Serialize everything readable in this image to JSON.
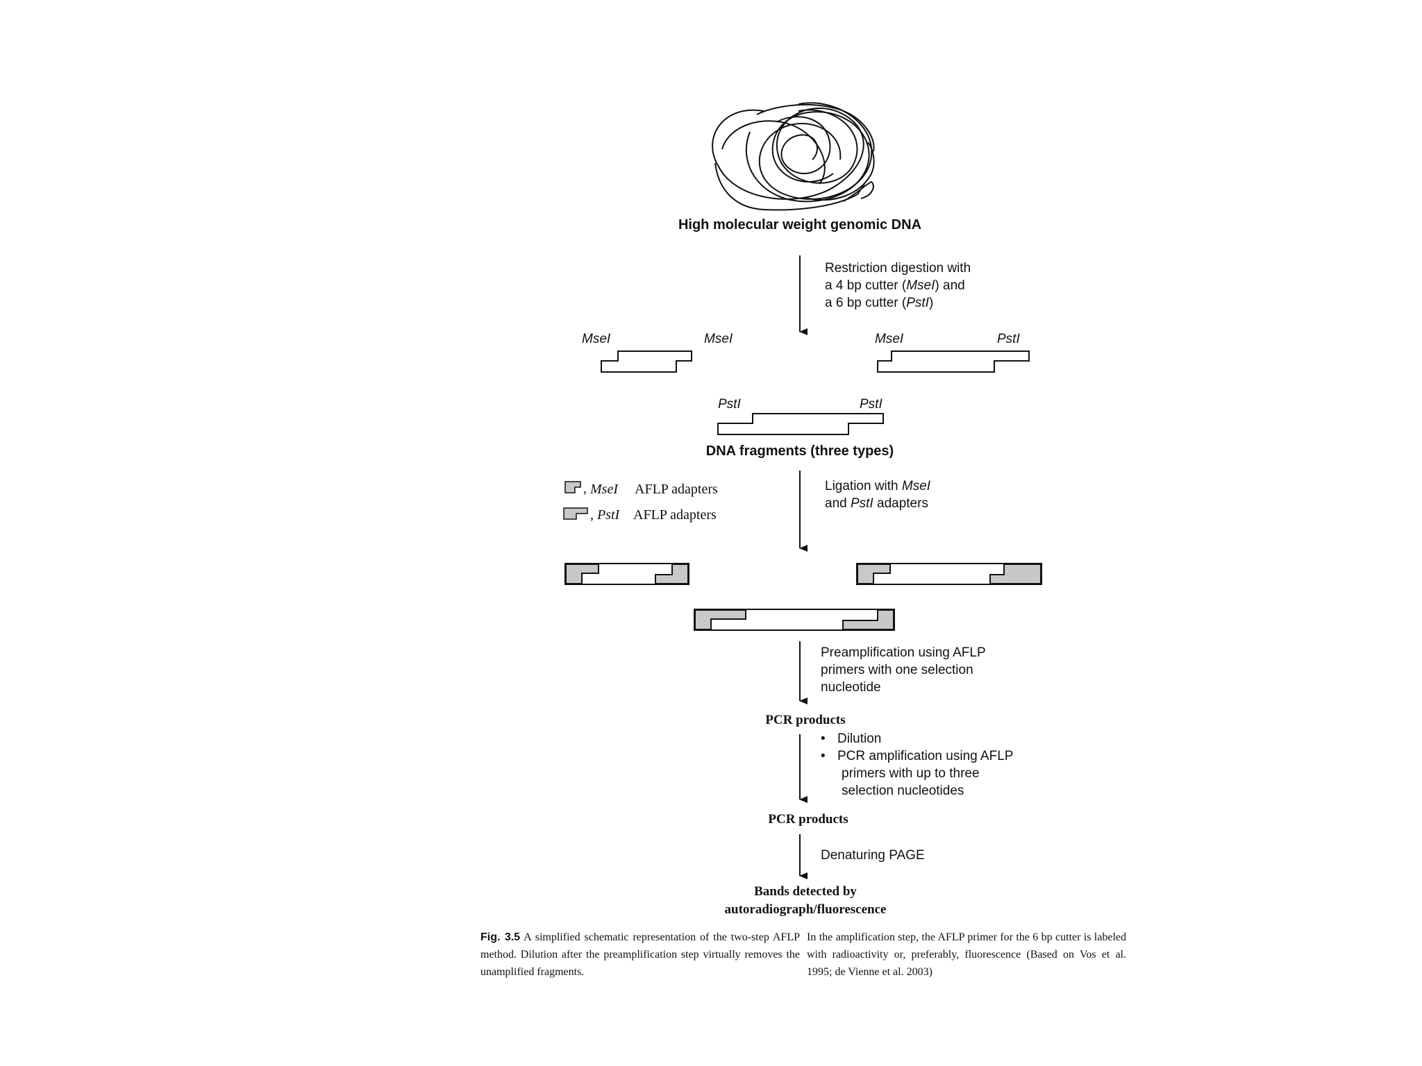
{
  "labels": {
    "genomic_dna": "High molecular weight genomic DNA",
    "step1_line1": "Restriction digestion with",
    "step1_line2_pre": "a 4 bp cutter (",
    "step1_line2_enzyme": "MseI",
    "step1_line2_post": ") and",
    "step1_line3_pre": "a 6 bp cutter (",
    "step1_line3_enzyme": "PstI",
    "step1_line3_post": ")",
    "mse": "MseI",
    "pst": "PstI",
    "fragments": "DNA fragments (three types)",
    "legend_mse_enzyme": "MseI",
    "legend_mse_text": "AFLP adapters",
    "legend_pst_enzyme": "PstI",
    "legend_pst_text": "AFLP adapters",
    "legend_comma": ",",
    "step2_line1_pre": "Ligation with ",
    "step2_line1_enzyme": "MseI",
    "step2_line2_pre": "and ",
    "step2_line2_enzyme": "PstI",
    "step2_line2_post": " adapters",
    "step3_line1": "Preamplification using AFLP",
    "step3_line2": "primers with one selection",
    "step3_line3": "nucleotide",
    "pcr_products_1": "PCR products",
    "step4_bullet1": "Dilution",
    "step4_bullet2_line1": "PCR amplification using AFLP",
    "step4_bullet2_line2": "primers with up to three",
    "step4_bullet2_line3": "selection nucleotides",
    "pcr_products_2": "PCR products",
    "step5": "Denaturing PAGE",
    "bands_line1": "Bands detected by",
    "bands_line2": "autoradiograph/fluorescence"
  },
  "caption": {
    "label": "Fig. 3.5",
    "left_text": "A simplified schematic representation of the two-step AFLP method. Dilution after the preamplification step virtually removes the unamplified fragments.",
    "right_text": "In the amplification step, the AFLP primer for the 6 bp cutter is labeled with radioactivity or, preferably, fluorescence (Based on Vos et al. 1995; de Vienne et al. 2003)"
  },
  "colors": {
    "line": "#111111",
    "adapter_fill": "#c8c8c8"
  }
}
